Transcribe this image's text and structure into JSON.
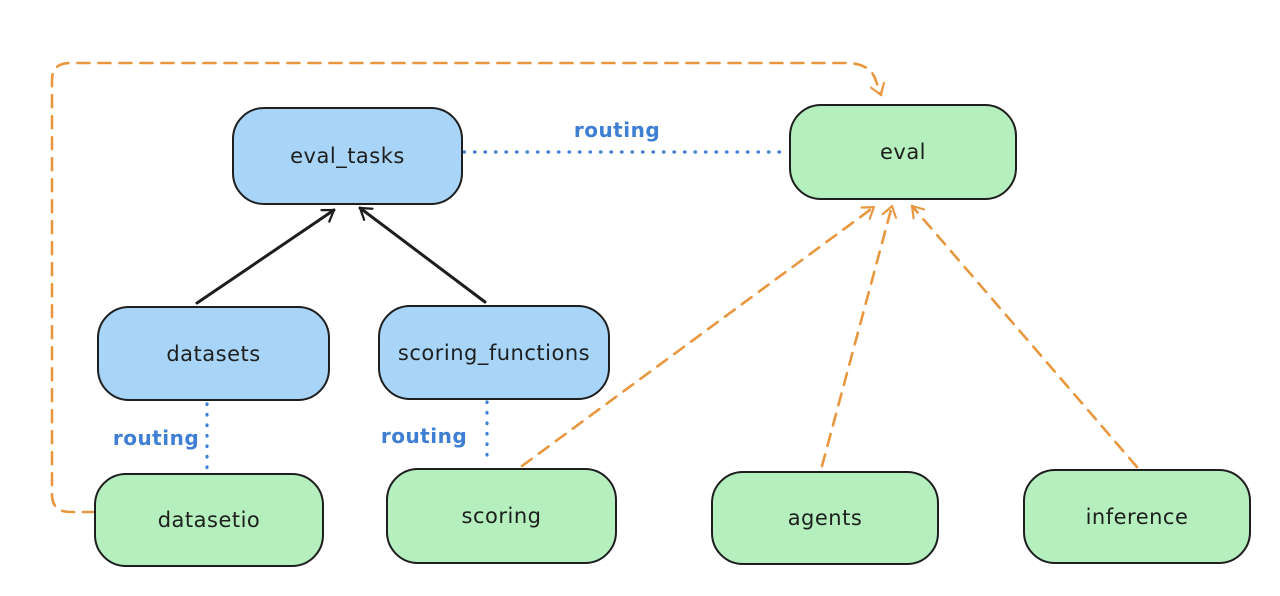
{
  "diagram": {
    "type": "architecture-diagram",
    "nodes": [
      {
        "id": "eval_tasks",
        "label": "eval_tasks",
        "kind": "resource",
        "fill": "blue"
      },
      {
        "id": "eval",
        "label": "eval",
        "kind": "api",
        "fill": "green"
      },
      {
        "id": "datasets",
        "label": "datasets",
        "kind": "resource",
        "fill": "blue"
      },
      {
        "id": "scoring_functions",
        "label": "scoring_functions",
        "kind": "resource",
        "fill": "blue"
      },
      {
        "id": "datasetio",
        "label": "datasetio",
        "kind": "api",
        "fill": "green"
      },
      {
        "id": "scoring",
        "label": "scoring",
        "kind": "api",
        "fill": "green"
      },
      {
        "id": "agents",
        "label": "agents",
        "kind": "api",
        "fill": "green"
      },
      {
        "id": "inference",
        "label": "inference",
        "kind": "api",
        "fill": "green"
      }
    ],
    "edges": [
      {
        "from": "datasets",
        "to": "eval_tasks",
        "style": "solid",
        "color": "black",
        "arrow": true
      },
      {
        "from": "scoring_functions",
        "to": "eval_tasks",
        "style": "solid",
        "color": "black",
        "arrow": true
      },
      {
        "from": "eval_tasks",
        "to": "eval",
        "style": "dotted",
        "color": "blue",
        "arrow": false,
        "label": "routing"
      },
      {
        "from": "datasets",
        "to": "datasetio",
        "style": "dotted",
        "color": "blue",
        "arrow": false,
        "label": "routing"
      },
      {
        "from": "scoring_functions",
        "to": "scoring",
        "style": "dotted",
        "color": "blue",
        "arrow": false,
        "label": "routing"
      },
      {
        "from": "datasetio",
        "to": "eval",
        "style": "dashed",
        "color": "orange",
        "arrow": true
      },
      {
        "from": "scoring",
        "to": "eval",
        "style": "dashed",
        "color": "orange",
        "arrow": true
      },
      {
        "from": "agents",
        "to": "eval",
        "style": "dashed",
        "color": "orange",
        "arrow": true
      },
      {
        "from": "inference",
        "to": "eval",
        "style": "dashed",
        "color": "orange",
        "arrow": true
      }
    ],
    "colors": {
      "node_stroke": "#1e1e1e",
      "blue_fill": "#a8d5f7",
      "green_fill": "#b4efbd",
      "routing_blue": "#3e7fd4",
      "orange": "#e9973e",
      "black": "#1e1e1e",
      "background": "#ffffff"
    }
  }
}
